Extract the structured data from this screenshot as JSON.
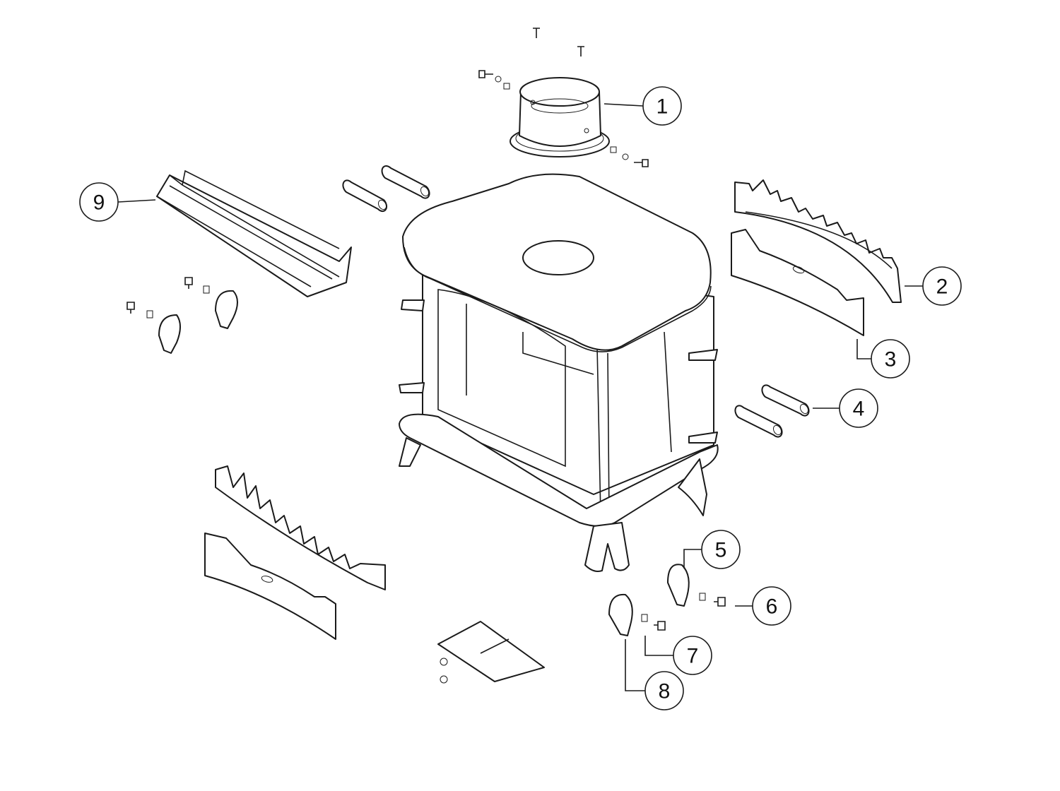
{
  "diagram": {
    "type": "exploded-parts-diagram",
    "colors": {
      "line": "#1a1a1a",
      "background": "#ffffff"
    },
    "callouts": [
      {
        "label": "1",
        "part": "flue-collar"
      },
      {
        "label": "2",
        "part": "rear-fire-grate"
      },
      {
        "label": "3",
        "part": "rear-fire-plate"
      },
      {
        "label": "4",
        "part": "hinge-pins"
      },
      {
        "label": "5",
        "part": "air-control-disc"
      },
      {
        "label": "6",
        "part": "disc-bolt"
      },
      {
        "label": "7",
        "part": "spring"
      },
      {
        "label": "8",
        "part": "disc-handle"
      },
      {
        "label": "9",
        "part": "baffle-plate"
      }
    ]
  }
}
